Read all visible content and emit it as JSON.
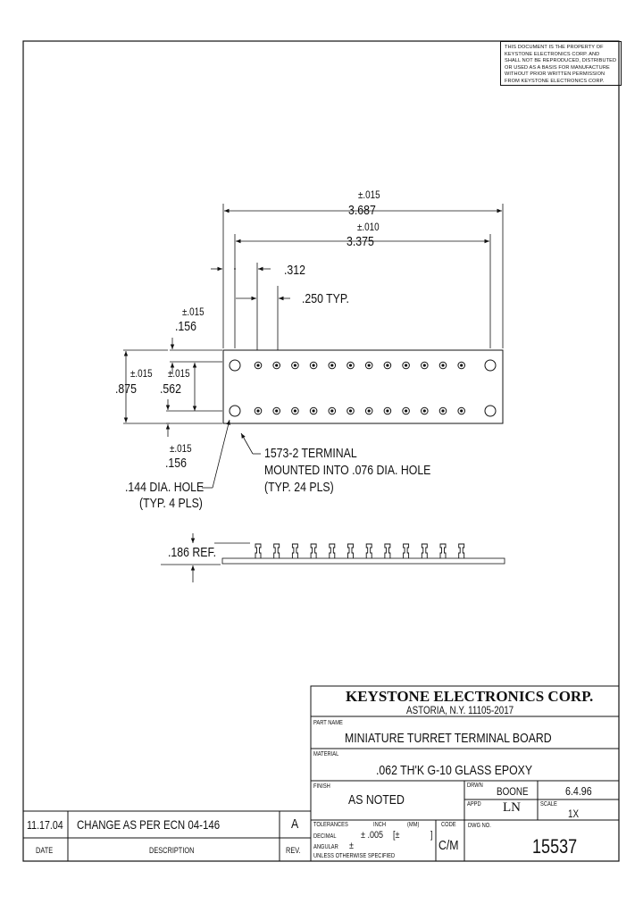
{
  "notice": {
    "lines": [
      "THIS DOCUMENT IS THE PROPERTY OF",
      "KEYSTONE ELECTRONICS CORP. AND",
      "SHALL NOT BE REPRODUCED, DISTRIBUTED",
      "OR USED AS A BASIS FOR MANUFACTURE",
      "WITHOUT PRIOR WRITTEN PERMISSION",
      "FROM KEYSTONE ELECTRONICS CORP."
    ]
  },
  "dimensions": {
    "overall_tol": "±.015",
    "overall": "3.687",
    "inner_tol": "±.010",
    "inner": "3.375",
    "first_pitch": ".312",
    "pitch": ".250  TYP.",
    "top_edge_tol": "±.015",
    "top_edge": ".156",
    "height_tol": "±.015",
    "height": ".875",
    "row_tol": "±.015",
    "row": ".562",
    "bottom_edge_tol": "±.015",
    "bottom_edge": ".156",
    "hole_line1": ".144 DIA. HOLE",
    "hole_line2": "(TYP. 4 PLS)",
    "terminal_line1": "1573-2 TERMINAL",
    "terminal_line2": "MOUNTED INTO .076 DIA. HOLE",
    "terminal_line3": "(TYP. 24 PLS)",
    "ref": ".186 REF."
  },
  "title_block": {
    "company": "KEYSTONE ELECTRONICS CORP.",
    "address": "ASTORIA, N.Y. 11105-2017",
    "part_name_label": "PART NAME",
    "part_name": "MINIATURE TURRET TERMINAL BOARD",
    "material_label": "MATERIAL",
    "material": ".062 TH'K G-10 GLASS EPOXY",
    "finish_label": "FINISH",
    "finish": "AS NOTED",
    "drwn_label": "DRWN",
    "drwn": "BOONE",
    "date": "6.4.96",
    "appd_label": "APPD",
    "appd": "LN",
    "scale_label": "SCALE",
    "scale": "1X",
    "tolerances_label": "TOLERANCES",
    "inch_label": "INCH",
    "mm_label": "(MM)",
    "code_label": "CODE",
    "decimal_label": "DECIMAL",
    "decimal_value": "± .005",
    "decimal_mm": "[±",
    "angular_label": "ANGULAR",
    "angular_value": "±",
    "unless_label": "UNLESS OTHERWISE SPECIFIED",
    "code": "C/M",
    "dwg_no_label": "DWG NO.",
    "dwg_no": "15537"
  },
  "revision": {
    "date": "11.17.04",
    "description": "CHANGE  AS  PER  ECN  04-146",
    "rev": "A",
    "date_label": "DATE",
    "description_label": "DESCRIPTION",
    "rev_label": "REV."
  }
}
